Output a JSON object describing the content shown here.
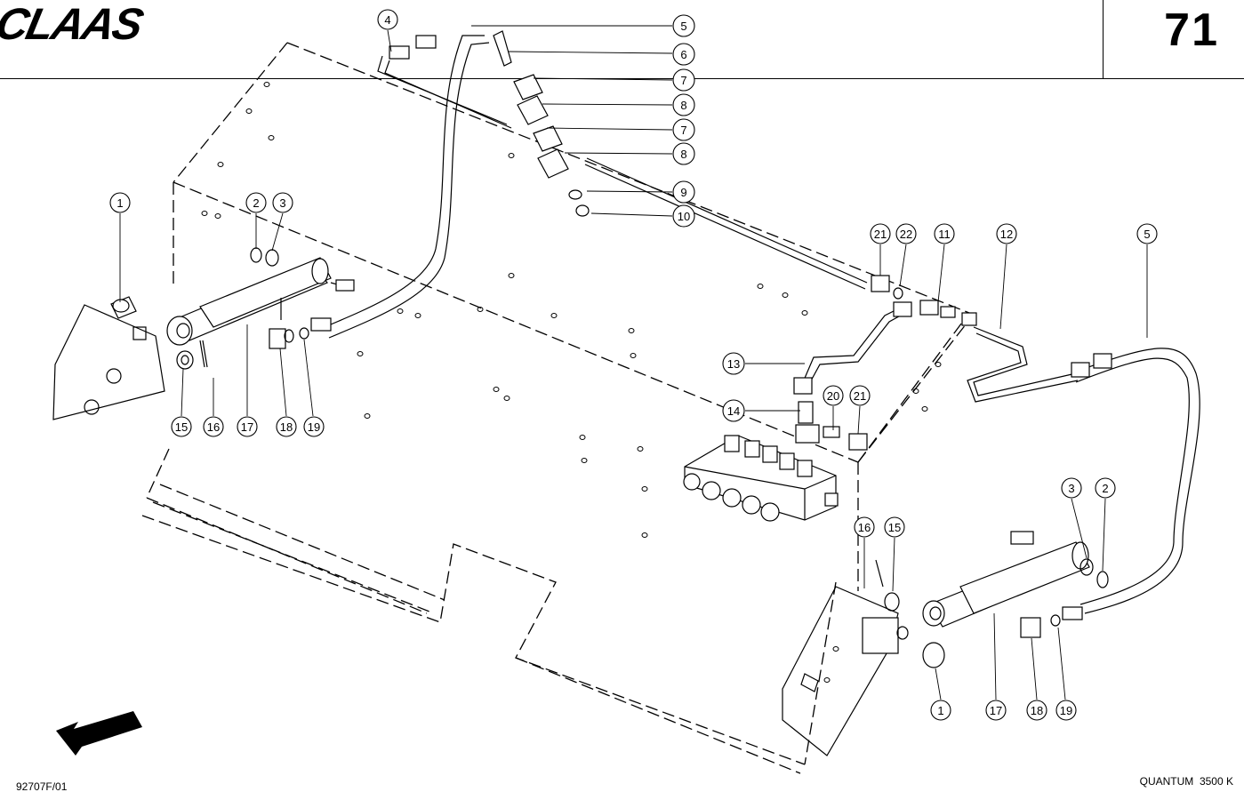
{
  "header": {
    "brand": "CLAAS",
    "page_number": "71"
  },
  "footer": {
    "drawing_ref": "92707F/01",
    "model": "QUANTUM  3500 K"
  },
  "callouts": [
    "1",
    "2",
    "3",
    "4",
    "5",
    "6",
    "7",
    "8",
    "9",
    "10",
    "11",
    "12",
    "13",
    "14",
    "15",
    "16",
    "17",
    "18",
    "19",
    "20",
    "21",
    "22"
  ]
}
